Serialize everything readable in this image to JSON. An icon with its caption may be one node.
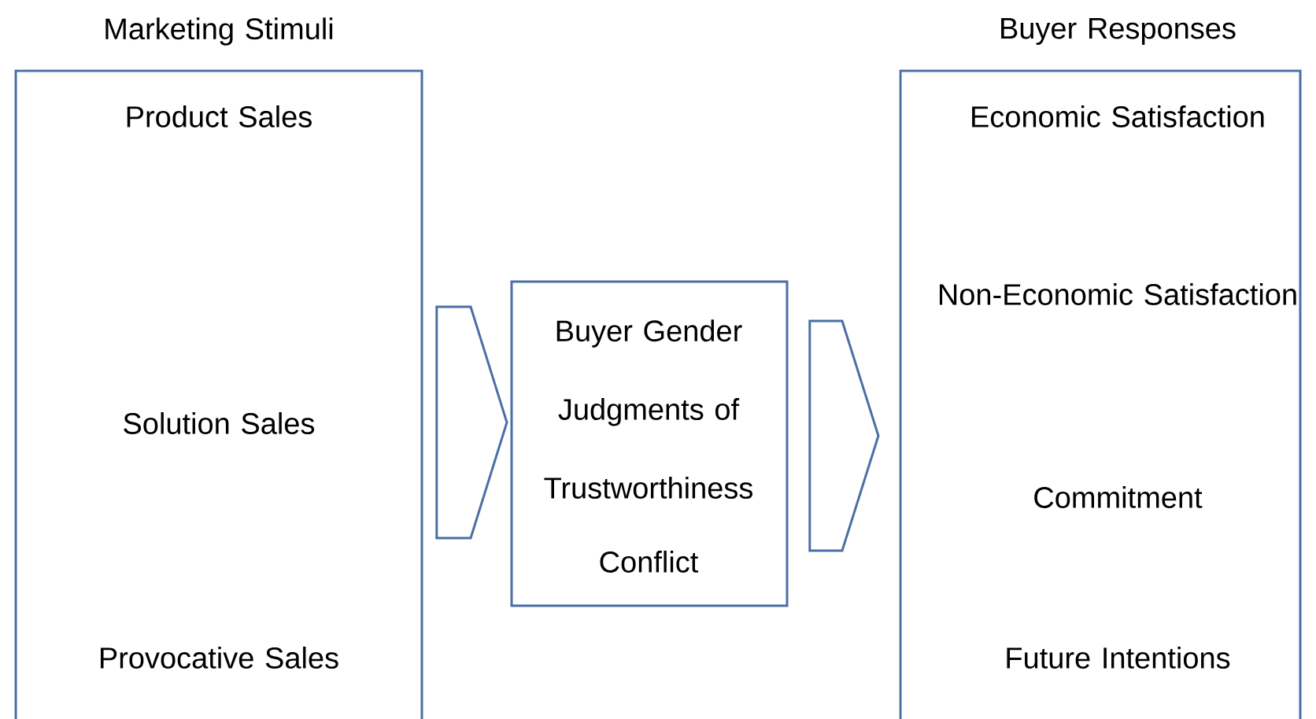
{
  "diagram": {
    "nodes": [
      {
        "text": [
          "Marketing Stimuli",
          "Product Sales",
          "Solution Sales",
          "Provocative Sales"
        ]
      },
      {
        "text": [
          "Buyer Gender",
          "Judgments of Trustworthiness",
          "Conflict"
        ]
      },
      {
        "text": [
          "Buyer Responses",
          "Economic Satisfaction",
          "Non-Economic Satisfaction",
          "Commitment",
          "Future Intentions"
        ]
      }
    ],
    "edges": [
      {
        "from": 0,
        "to": 1,
        "arrow": "to"
      },
      {
        "from": 1,
        "to": 2,
        "arrow": "to"
      }
    ]
  }
}
